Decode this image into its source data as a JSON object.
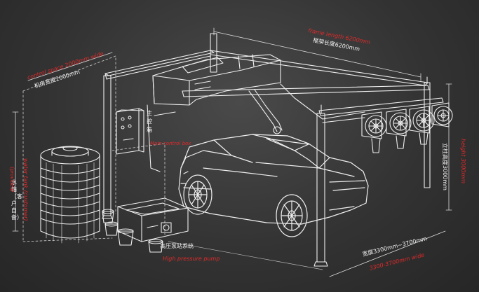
{
  "labels": {
    "frame_length_en": "frame length 6200mm",
    "frame_length_cn": "框架长度6200mm",
    "control_space_en": "control space 2000mm wide",
    "control_space_cn": "机房宽度2000mm",
    "main_control_cn": "主控箱",
    "main_control_en": "Main control box",
    "upright_height_cn": "立柱高度3000mm",
    "upright_height_en": "height 3000mm",
    "water_tank_cn": "水箱（客户自备）",
    "water_tank_en": "water tank (customer)",
    "tank_side_en": "(provided)",
    "pump_station_cn": "高压泵站系统",
    "pump_station_en": "High pressure pump",
    "width_cn": "宽度3300mm~3700mm",
    "width_en": "3300-3700mm wide"
  },
  "colors": {
    "background": "#333333",
    "line": "#f0f0f0",
    "annotation_red": "#e02a2a"
  }
}
